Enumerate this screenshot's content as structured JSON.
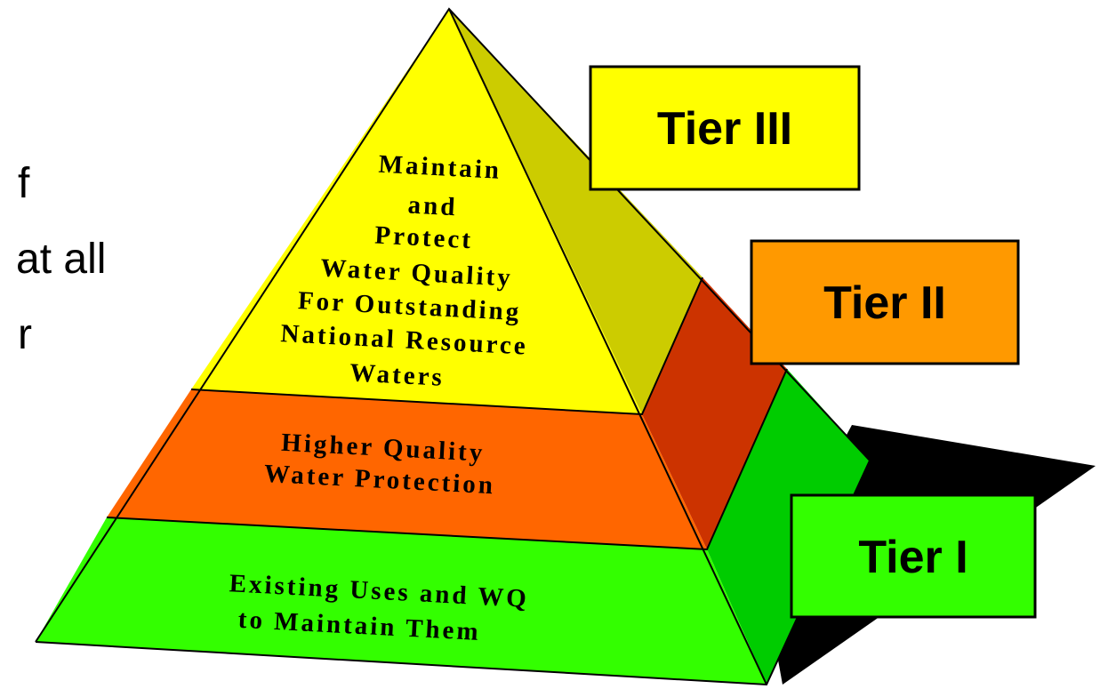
{
  "background_text": {
    "lines": [
      "f",
      "at all",
      "r"
    ]
  },
  "pyramid": {
    "layers": [
      {
        "key": "top",
        "lines": [
          "Maintain",
          "and",
          "Protect",
          "Water Quality",
          "For Outstanding",
          "National Resource",
          "Waters"
        ],
        "front_color": "#ffff00",
        "side_color": "#cccc00"
      },
      {
        "key": "middle",
        "lines": [
          "Higher Quality",
          "Water Protection"
        ],
        "front_color": "#ff6600",
        "side_color": "#cc3300"
      },
      {
        "key": "bottom",
        "lines": [
          "Existing Uses and WQ",
          "to Maintain Them"
        ],
        "front_color": "#33ff00",
        "side_color": "#00cc00"
      }
    ],
    "shadow_color": "#000000"
  },
  "tiers": [
    {
      "label": "Tier III",
      "color": "#ffff00"
    },
    {
      "label": "Tier II",
      "color": "#ff9900"
    },
    {
      "label": "Tier I",
      "color": "#33ff00"
    }
  ]
}
